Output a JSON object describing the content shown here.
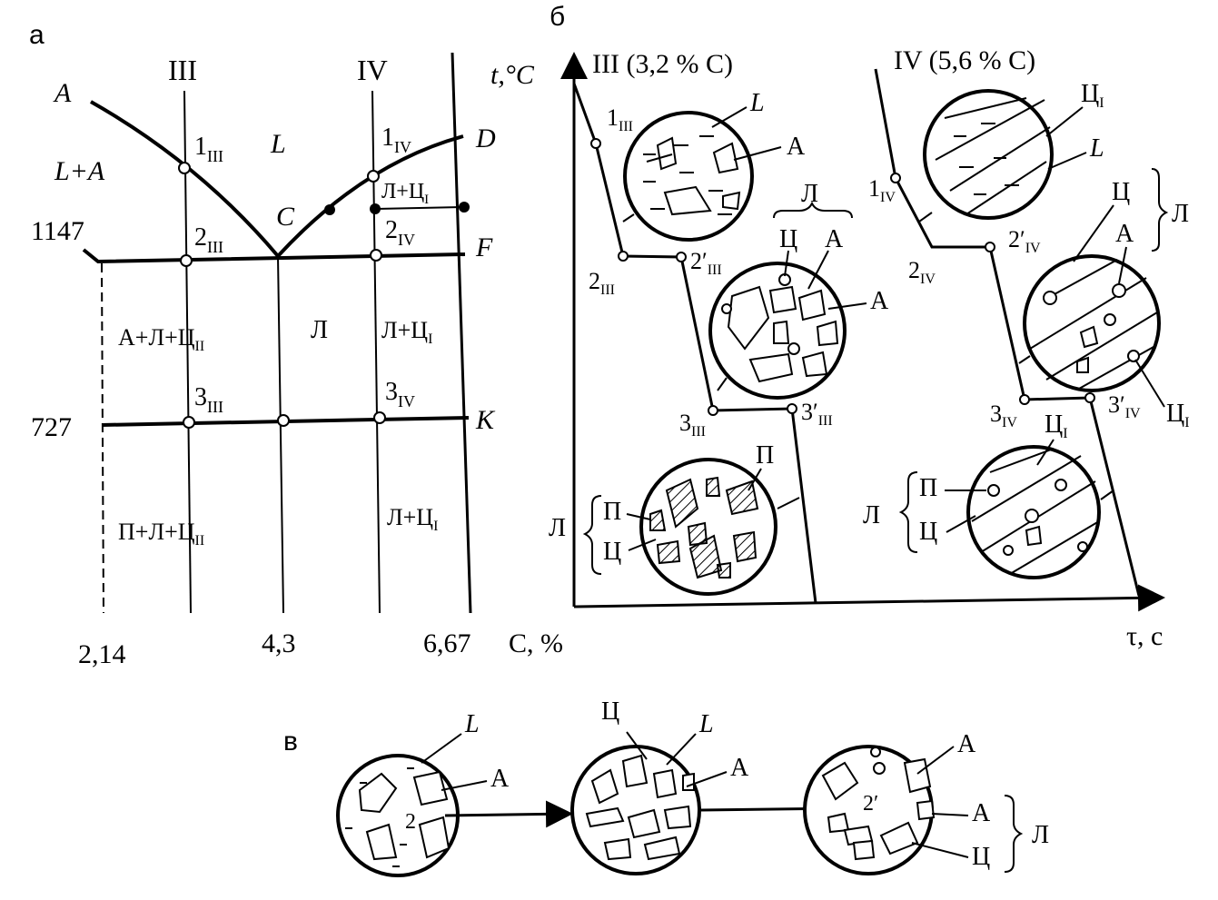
{
  "panels": {
    "a": "а",
    "b": "б",
    "c": "в"
  },
  "phase_diagram": {
    "alloy_labels": [
      "III",
      "IV"
    ],
    "point_labels": {
      "A": "A",
      "C": "C",
      "D": "D",
      "F": "F",
      "K": "K"
    },
    "temperatures": [
      "1147",
      "727"
    ],
    "compositions": [
      "2,14",
      "4,3",
      "6,67"
    ],
    "axis_x": "C, %",
    "points_III": [
      {
        "main": "1",
        "sub": "III"
      },
      {
        "main": "2",
        "sub": "III"
      },
      {
        "main": "3",
        "sub": "III"
      }
    ],
    "points_IV": [
      {
        "main": "1",
        "sub": "IV"
      },
      {
        "main": "2",
        "sub": "IV"
      },
      {
        "main": "3",
        "sub": "IV"
      }
    ],
    "regions": {
      "LA": "L+A",
      "L": "L",
      "LC1_main": "Л+Ц",
      "A_L_C2_main": "А+Л+Ц",
      "L_ledeburite": "Л",
      "P_L_C2_main": "П+Л+Ц",
      "sub_I": "I",
      "sub_II": "II"
    }
  },
  "cooling_curves": {
    "axis_y": "t,°C",
    "axis_x": "τ, c",
    "title_III": "III (3,2 % C)",
    "title_IV": "IV (5,6 % C)",
    "curve_III_points": [
      "1",
      "2",
      "2′",
      "3",
      "3′"
    ],
    "curve_III_subs": [
      "III",
      "III",
      "III",
      "III",
      "III"
    ],
    "curve_IV_points": [
      "1",
      "2",
      "2′",
      "3",
      "3′"
    ],
    "curve_IV_subs": [
      "IV",
      "IV",
      "IV",
      "IV",
      "IV"
    ],
    "micro_labels": {
      "L": "L",
      "A": "А",
      "Ts": "Ц",
      "Ts_I": "I",
      "P": "П",
      "Led": "Л"
    }
  },
  "eutectic_sequence": {
    "labels": {
      "L": "L",
      "A": "А",
      "Ts": "Ц",
      "Led": "Л",
      "pt2": "2",
      "pt2p": "2′"
    }
  }
}
